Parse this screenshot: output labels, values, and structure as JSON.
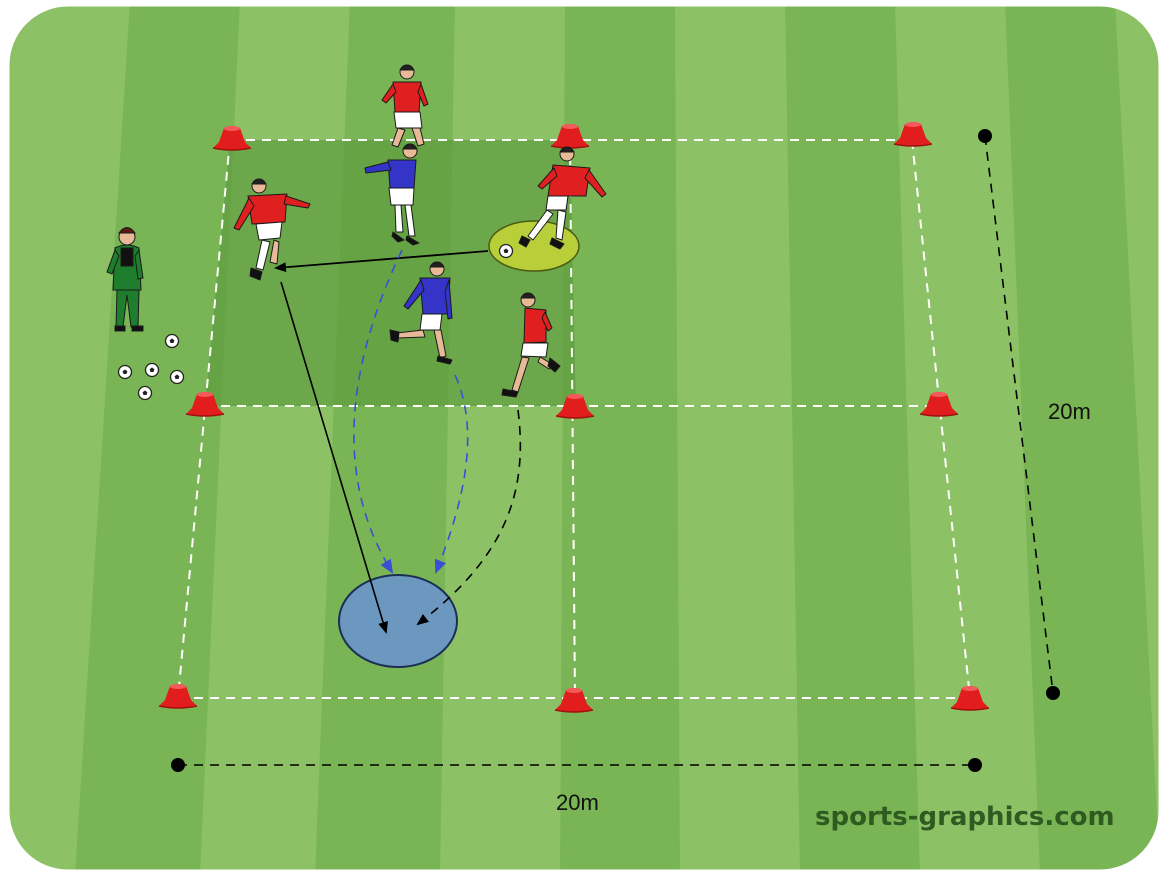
{
  "measurements": {
    "width_label": "20m",
    "height_label": "20m"
  },
  "watermark": "sports-graphics.com",
  "colors": {
    "grass_light": "#8cc265",
    "grass_dark": "#79b555",
    "highlight_zone": "#5a9a3e",
    "cone": "#e21d1d",
    "red_team": "#e02020",
    "blue_team": "#3434c8",
    "coach": "#1f7d2e",
    "ball_zone": "#b8cf3a",
    "target_zone": "#6c97bf",
    "run_arrow_blue": "#3b4fd6"
  },
  "icons": {
    "cone": "cone-icon",
    "ball": "ball-icon",
    "player": "player-icon",
    "coach": "coach-icon"
  }
}
